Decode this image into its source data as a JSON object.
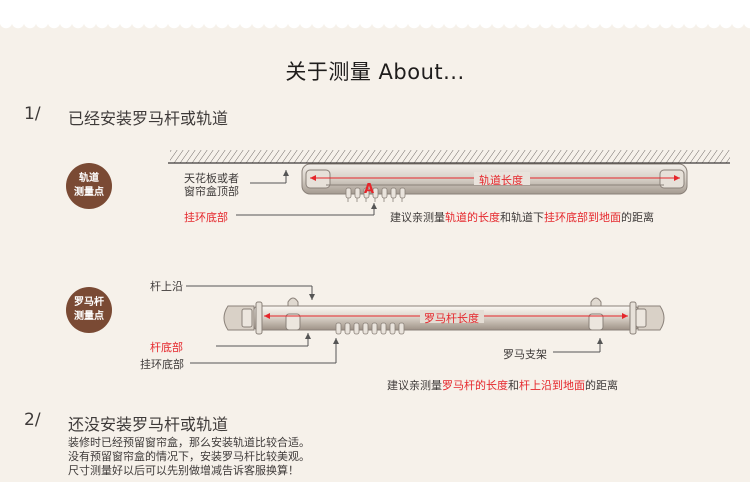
{
  "header": {
    "title": "关于测量  About..."
  },
  "section1": {
    "num": "1/",
    "heading": "已经安装罗马杆或轨道",
    "badge": [
      "轨道",
      "测量点"
    ],
    "label_ceiling": [
      "天花板或者",
      "窗帘盒顶部"
    ],
    "label_ring_bottom": "挂环底部",
    "length_label": "轨道长度",
    "marker": "A",
    "note": {
      "prefix": "建议亲测量",
      "part1": "轨道的长度",
      "mid": "和轨道下",
      "part2": "挂环底部到地面",
      "suffix": "的距离"
    }
  },
  "section2": {
    "badge": [
      "罗马杆",
      "测量点"
    ],
    "label_rod_top": "杆上沿",
    "label_rod_bottom": "杆底部",
    "label_ring_bottom": "挂环底部",
    "label_bracket": "罗马支架",
    "length_label": "罗马杆长度",
    "note": {
      "prefix": "建议亲测量",
      "part1": "罗马杆的长度",
      "mid": "和",
      "part2": "杆上沿到地面",
      "suffix": "的距离"
    }
  },
  "section3": {
    "num": "2/",
    "heading": "还没安装罗马杆或轨道",
    "lines": [
      "装修时已经预留窗帘盒，那么安装轨道比较合适。",
      "没有预留窗帘盒的情况下，安装罗马杆比较美观。",
      "尺寸测量好以后可以先别做增减告诉客服换算！"
    ]
  },
  "colors": {
    "accent_red": "#e5262b",
    "badge_brown": "#7a4a34",
    "background": "#f6f1ea"
  }
}
